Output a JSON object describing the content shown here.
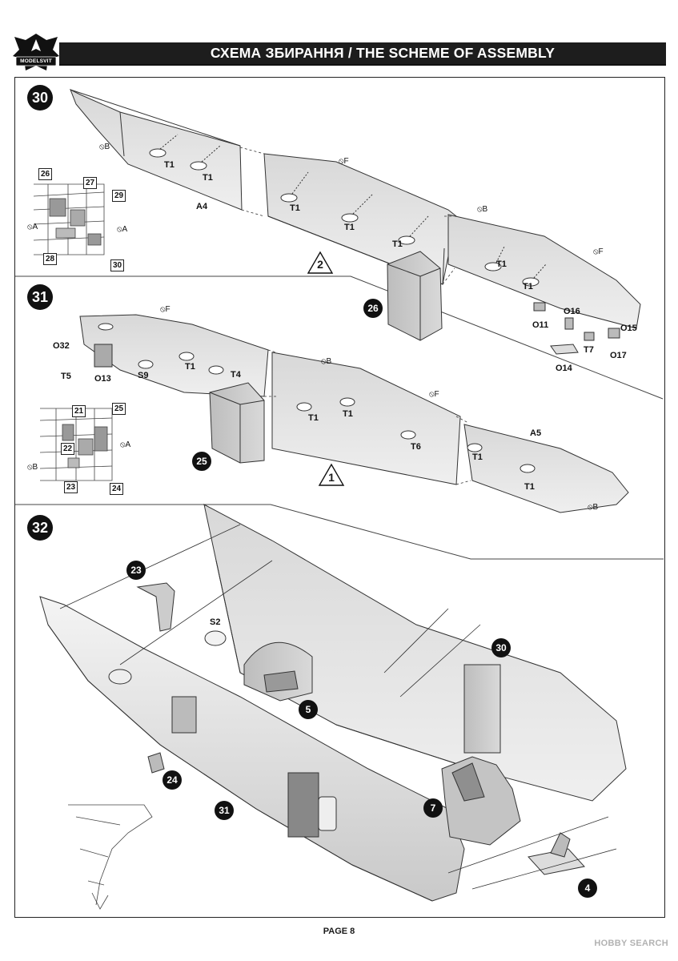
{
  "header": {
    "logo_text": "MODELSVIT",
    "title": "СХЕМА ЗБИРАННЯ / THE SCHEME OF ASSEMBLY"
  },
  "steps": [
    {
      "number": "30",
      "sequence_marker": "2",
      "parts": [
        "26"
      ],
      "labels": [
        "A4",
        "T1",
        "T1",
        "T1",
        "T1",
        "T1",
        "T1",
        "T1",
        "O16",
        "O11",
        "O15",
        "T7",
        "O17",
        "O14"
      ],
      "glue_marks": [
        "B",
        "F",
        "B",
        "F"
      ],
      "inset_parts": [
        "26",
        "27",
        "29",
        "28",
        "30"
      ],
      "inset_glue": [
        "A",
        "A"
      ]
    },
    {
      "number": "31",
      "sequence_marker": "1",
      "parts": [
        "25"
      ],
      "labels": [
        "O32",
        "T5",
        "O13",
        "S9",
        "T1",
        "T4",
        "T1",
        "T1",
        "T6",
        "A5",
        "T1",
        "T1"
      ],
      "glue_marks": [
        "F",
        "B",
        "F",
        "B"
      ],
      "inset_parts": [
        "21",
        "25",
        "22",
        "23",
        "24"
      ],
      "inset_glue": [
        "A",
        "B"
      ]
    },
    {
      "number": "32",
      "parts": [
        "23",
        "5",
        "24",
        "31",
        "7",
        "4",
        "30"
      ],
      "labels": [
        "S2"
      ]
    }
  ],
  "footer": {
    "page": "PAGE 8",
    "watermark": "HOBBY SEARCH"
  }
}
